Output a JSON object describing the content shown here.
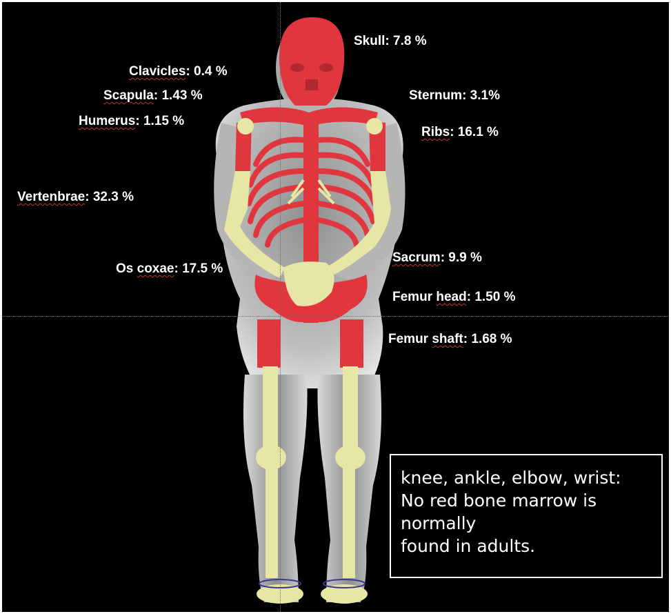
{
  "labels": {
    "skull": {
      "name": "Skull",
      "value": ": 7.8 %"
    },
    "clavicles": {
      "name": "Clavicles",
      "value": ": 0.4 %"
    },
    "scapula": {
      "name": "Scapula",
      "value": ": 1.43 %"
    },
    "sternum": {
      "name": "Sternum",
      "value": ": 3.1%"
    },
    "humerus": {
      "name": "Humerus",
      "value": ": 1.15 %"
    },
    "ribs": {
      "name": "Ribs",
      "value": ": 16.1 %"
    },
    "vertebrae": {
      "name": "Vertenbrae",
      "value": ": 32.3 %"
    },
    "sacrum": {
      "name": "Sacrum",
      "value": ": 9.9 %"
    },
    "os_coxae": {
      "prefix": "Os ",
      "name": "coxae",
      "value": ": 17.5 %"
    },
    "femur_head": {
      "prefix": "Femur ",
      "name": "head",
      "value": ": 1.50 %"
    },
    "femur_shaft": {
      "prefix": "Femur ",
      "name": "shaft",
      "value": ": 1.68 %"
    }
  },
  "note": {
    "lines": [
      "knee, ankle, elbow, wrist:",
      "No red bone marrow is",
      "normally",
      "found in adults."
    ]
  },
  "colors": {
    "background": "#000000",
    "body_shell": "#9a9a9a",
    "red_marrow": "#e0363e",
    "yellow_bone": "#e8e6a4",
    "text": "#ffffff"
  }
}
